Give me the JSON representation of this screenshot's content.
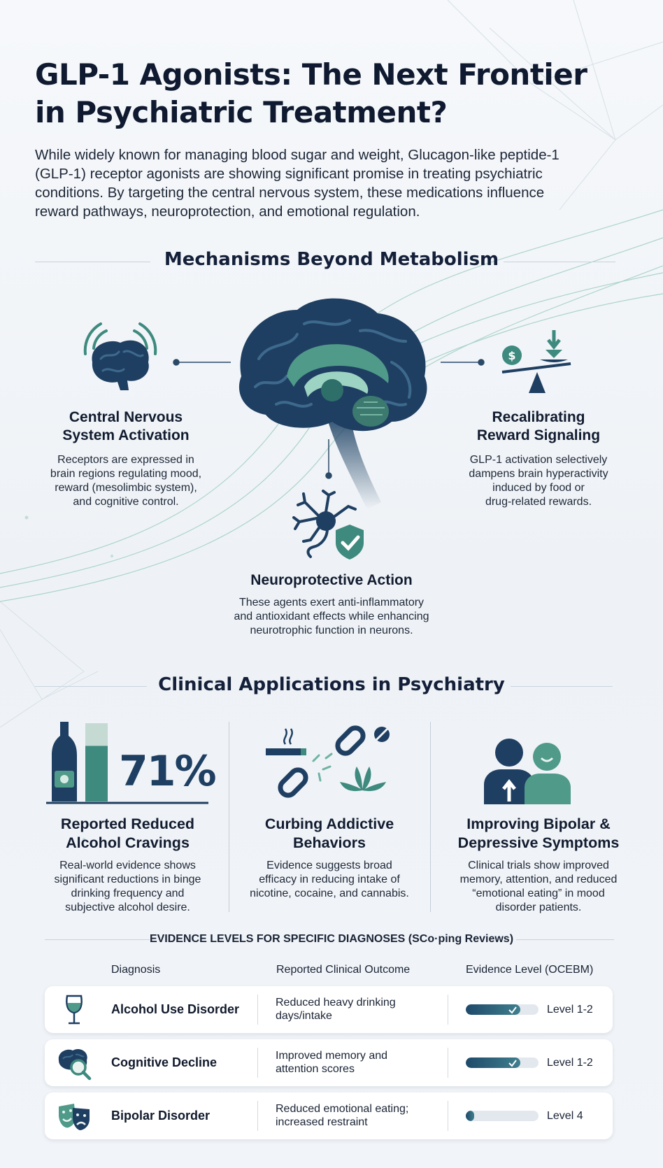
{
  "header": {
    "title_line1": "GLP-1 Agonists: The Next Frontier",
    "title_line2": "in Psychiatric Treatment?",
    "intro_lines": [
      "While widely known for managing blood sugar and weight, Glucagon-like peptide-1",
      "(GLP-1) receptor agonists are showing significant promise in treating psychiatric",
      "conditions. By targeting the central nervous system, these medications influence",
      "reward pathways, neuroprotection, and emotional regulation."
    ]
  },
  "mechanisms": {
    "heading": "Mechanisms Beyond Metabolism",
    "items": [
      {
        "title_lines": [
          "Central Nervous",
          "System Activation"
        ],
        "text_lines": [
          "Receptors are expressed in",
          "brain regions regulating mood,",
          "reward (mesolimbic system),",
          "and cognitive control."
        ],
        "icon": "brain-signal-icon"
      },
      {
        "title_lines": [
          "Recalibrating",
          "Reward Signaling"
        ],
        "text_lines": [
          "GLP-1 activation selectively",
          "dampens brain hyperactivity",
          "induced by food or",
          "drug-related rewards."
        ],
        "icon": "balance-scale-icon"
      },
      {
        "title_lines": [
          "Neuroprotective Action"
        ],
        "text_lines": [
          "These agents exert anti-inflammatory",
          "and antioxidant effects while enhancing",
          "neurotrophic function in neurons."
        ],
        "icon": "neuron-shield-icon"
      }
    ]
  },
  "applications": {
    "heading": "Clinical Applications in Psychiatry",
    "items": [
      {
        "stat": "71%",
        "stat_fraction": 0.71,
        "title_lines": [
          "Reported Reduced",
          "Alcohol Cravings"
        ],
        "text_lines": [
          "Real-world evidence shows",
          "significant reductions in binge",
          "drinking frequency and",
          "subjective alcohol desire."
        ]
      },
      {
        "title_lines": [
          "Curbing Addictive",
          "Behaviors"
        ],
        "text_lines": [
          "Evidence suggests broad",
          "efficacy in reducing intake of",
          "nicotine, cocaine, and cannabis."
        ]
      },
      {
        "title_lines": [
          "Improving Bipolar &",
          "Depressive Symptoms"
        ],
        "text_lines": [
          "Clinical trials show improved",
          "memory, attention, and reduced",
          "“emotional eating” in mood",
          "disorder patients."
        ]
      }
    ]
  },
  "evidence": {
    "heading": "EVIDENCE LEVELS FOR SPECIFIC DIAGNOSES (SCo·ping Reviews)",
    "columns": [
      "Diagnosis",
      "Reported Clinical Outcome",
      "Evidence Level (OCEBM)"
    ],
    "rows": [
      {
        "diagnosis": "Alcohol Use Disorder",
        "outcome_lines": [
          "Reduced heavy drinking",
          "days/intake"
        ],
        "level": "Level 1-2",
        "strength": 0.75,
        "icon": "wine-glass-icon"
      },
      {
        "diagnosis": "Cognitive Decline",
        "outcome_lines": [
          "Improved memory and",
          "attention scores"
        ],
        "level": "Level 1-2",
        "strength": 0.75,
        "icon": "brain-magnifier-icon"
      },
      {
        "diagnosis": "Bipolar Disorder",
        "outcome_lines": [
          "Reduced emotional eating;",
          "increased restraint"
        ],
        "level": "Level 4",
        "strength": 0.12,
        "icon": "theater-masks-icon"
      }
    ]
  },
  "colors": {
    "navy": "#1d3557",
    "teal": "#3e8a7e",
    "teal_light": "#6fb3a5",
    "text": "#0f1d33"
  }
}
